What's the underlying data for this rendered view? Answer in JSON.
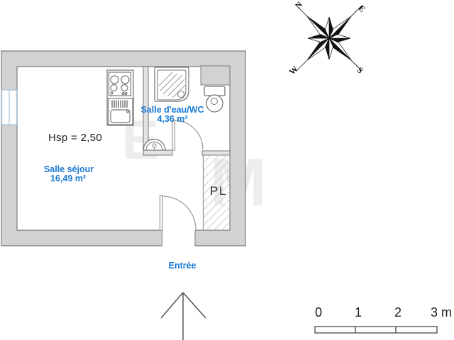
{
  "labels": {
    "ceiling_height": "Hsp = 2,50",
    "living_room_name": "Salle séjour",
    "living_room_area": "16,49 m²",
    "bathroom_name": "Salle d'eau/WC",
    "bathroom_area": "4,36 m²",
    "closet": "PL",
    "entrance": "Entrée"
  },
  "compass": {
    "north": "N",
    "east": "E",
    "west": "W",
    "south": "S"
  },
  "scale_bar": {
    "tick_0": "0",
    "tick_1": "1",
    "tick_2": "2",
    "tick_3": "3 m"
  },
  "watermark": {
    "left_letter": "E",
    "right_letter": "M"
  },
  "colors": {
    "label_blue": "#1a7ad4",
    "wall_fill": "#d2d2d2",
    "wall_stroke": "#7c7c7c",
    "window_blue": "#a9c7dd"
  }
}
